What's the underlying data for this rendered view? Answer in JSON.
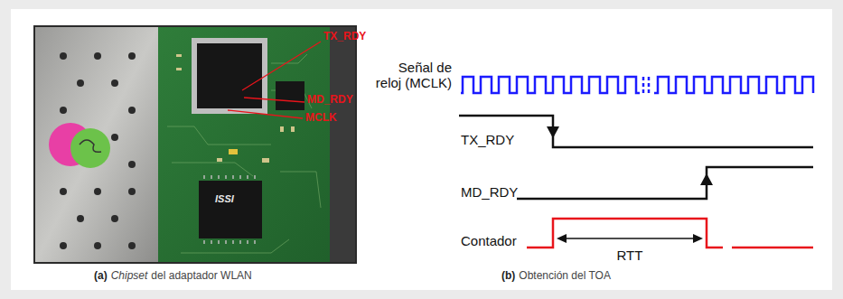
{
  "diagram": {
    "labels": [
      "TX_RDY",
      "MD_RDY",
      "MCLK",
      "ISSI",
      "(a)",
      "Chipset",
      "del adaptador WLAN",
      "Señal de reloj (MCLK)",
      "TX_RDY",
      "MD_RDY",
      "Contador",
      "RTT",
      "(b)",
      "Obtención del TOA"
    ]
  }
}
